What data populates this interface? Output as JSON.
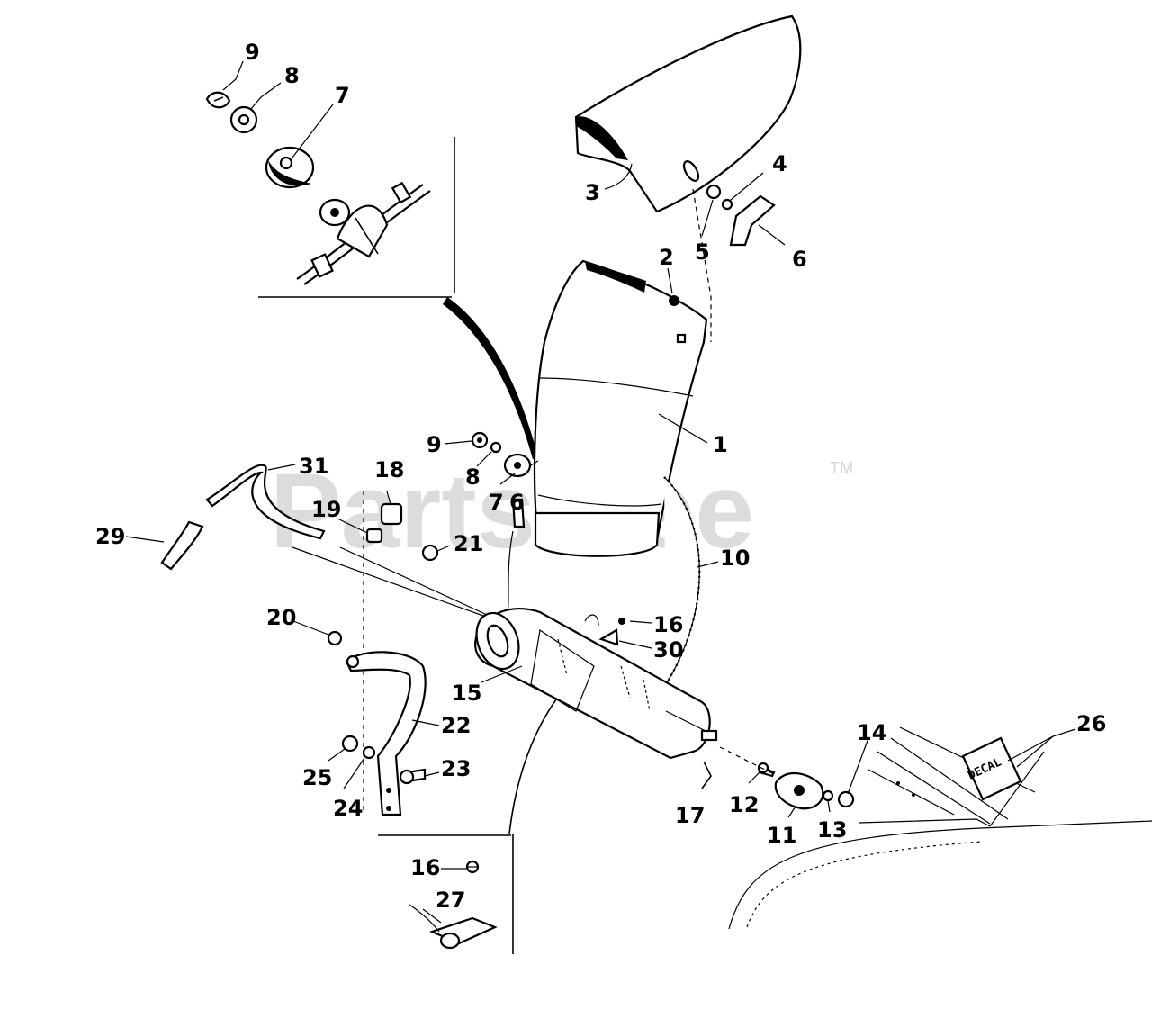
{
  "watermark": {
    "text": "PartsTree",
    "trademark": "TM"
  },
  "decal": {
    "text": "DECAL"
  },
  "callouts": [
    {
      "id": "9a",
      "text": "9"
    },
    {
      "id": "8a",
      "text": "8"
    },
    {
      "id": "7a",
      "text": "7"
    },
    {
      "id": "3",
      "text": "3"
    },
    {
      "id": "4",
      "text": "4"
    },
    {
      "id": "5",
      "text": "5"
    },
    {
      "id": "6a",
      "text": "6"
    },
    {
      "id": "2",
      "text": "2"
    },
    {
      "id": "1",
      "text": "1"
    },
    {
      "id": "9b",
      "text": "9"
    },
    {
      "id": "8b",
      "text": "8"
    },
    {
      "id": "7b",
      "text": "7"
    },
    {
      "id": "6b",
      "text": "6"
    },
    {
      "id": "31",
      "text": "31"
    },
    {
      "id": "18",
      "text": "18"
    },
    {
      "id": "19",
      "text": "19"
    },
    {
      "id": "21",
      "text": "21"
    },
    {
      "id": "29",
      "text": "29"
    },
    {
      "id": "10",
      "text": "10"
    },
    {
      "id": "20",
      "text": "20"
    },
    {
      "id": "16a",
      "text": "16"
    },
    {
      "id": "30",
      "text": "30"
    },
    {
      "id": "15",
      "text": "15"
    },
    {
      "id": "22",
      "text": "22"
    },
    {
      "id": "23",
      "text": "23"
    },
    {
      "id": "25",
      "text": "25"
    },
    {
      "id": "24",
      "text": "24"
    },
    {
      "id": "14",
      "text": "14"
    },
    {
      "id": "26",
      "text": "26"
    },
    {
      "id": "17",
      "text": "17"
    },
    {
      "id": "12",
      "text": "12"
    },
    {
      "id": "11",
      "text": "11"
    },
    {
      "id": "13",
      "text": "13"
    },
    {
      "id": "16b",
      "text": "16"
    },
    {
      "id": "27",
      "text": "27"
    }
  ]
}
